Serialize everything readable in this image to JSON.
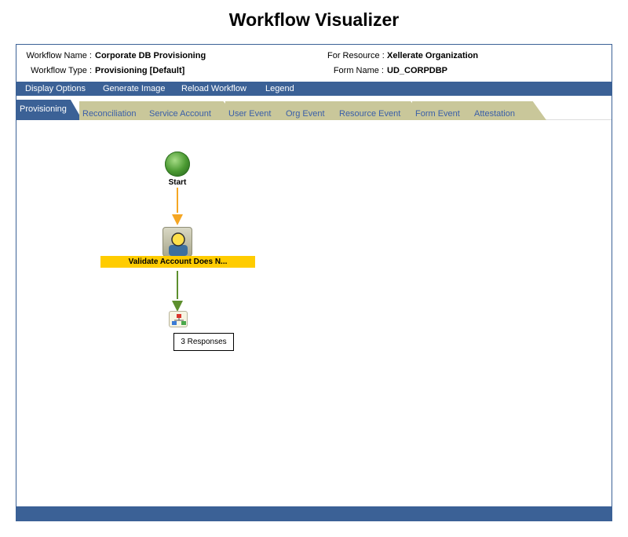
{
  "page": {
    "title": "Workflow Visualizer"
  },
  "info": {
    "workflow_name_label": "Workflow Name :",
    "workflow_name": "Corporate DB Provisioning",
    "workflow_type_label": "Workflow Type :",
    "workflow_type": "Provisioning [Default]",
    "for_resource_label": "For Resource :",
    "for_resource": "Xellerate Organization",
    "form_name_label": "Form Name :",
    "form_name": "UD_CORPDBP"
  },
  "menu": {
    "items": [
      {
        "label": "Display Options"
      },
      {
        "label": "Generate Image"
      },
      {
        "label": "Reload Workflow"
      },
      {
        "label": "Legend"
      }
    ]
  },
  "tabs": [
    {
      "label": "Provisioning",
      "active": true
    },
    {
      "label": "Reconciliation",
      "active": false
    },
    {
      "label": "Service Account",
      "active": false
    },
    {
      "label": "User Event",
      "active": false
    },
    {
      "label": "Org Event",
      "active": false
    },
    {
      "label": "Resource Event",
      "active": false
    },
    {
      "label": "Form Event",
      "active": false
    },
    {
      "label": "Attestation",
      "active": false
    }
  ],
  "workflow": {
    "start_label": "Start",
    "task_label": "Validate Account Does N...",
    "responses_label": "3 Responses",
    "arrow_colors": {
      "start_to_task": "#f5a623",
      "task_to_responses": "#5d8f2e"
    },
    "icons": {
      "start": "green-orb-icon",
      "task": "user-task-icon",
      "responses": "hierarchy-icon"
    }
  },
  "colors": {
    "accent": "#3b6196",
    "tab_inactive": "#c9c79a",
    "task_highlight": "#ffcc00"
  }
}
